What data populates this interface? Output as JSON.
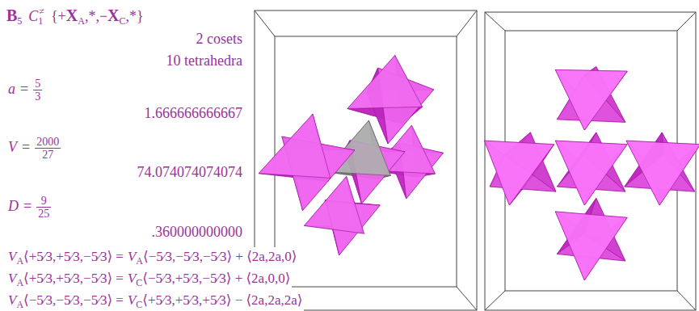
{
  "diagram": {
    "labels": [
      "B",
      "5",
      "C",
      "1",
      "≠",
      "{+",
      "X",
      "A",
      ",*,−",
      "X",
      "C",
      ",*}",
      "2 cosets",
      "10 tetrahedra",
      "a",
      "=",
      "5",
      "3",
      "1.666666666667",
      "V",
      "=",
      "2000",
      "27",
      "74.074074074074",
      "D",
      "=",
      "9",
      "25",
      ".360000000000",
      "V",
      "A",
      "⟨+5⁄3,+5⁄3,−5⁄3⟩ =",
      "V",
      "A",
      "⟨−5⁄3,−5⁄3,−5⁄3⟩ + ⟨2a,2a,0⟩",
      "V",
      "A",
      "⟨+5⁄3,+5⁄3,−5⁄3⟩ =",
      "V",
      "C",
      "⟨−5⁄3,+5⁄3,−5⁄3⟩ + ⟨2a,0,0⟩",
      "V",
      "A",
      "⟨−5⁄3,−5⁄3,−5⁄3⟩ =",
      "V",
      "C",
      "⟨+5⁄3,+5⁄3,+5⁄3⟩ − ⟨2a,2a,2a⟩"
    ]
  }
}
